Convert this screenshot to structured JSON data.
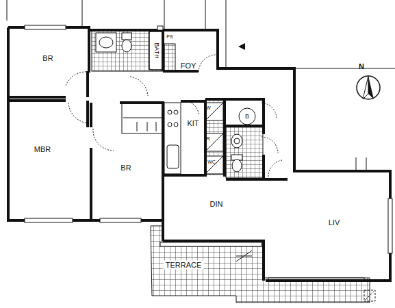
{
  "diagram": {
    "labels": [
      "BR",
      "BATH",
      "PS",
      "FOY",
      "MBR",
      "BR",
      "KIT",
      "W",
      "B",
      "R",
      "WC",
      "DIN",
      "LIV",
      "TERRACE",
      "N"
    ]
  }
}
